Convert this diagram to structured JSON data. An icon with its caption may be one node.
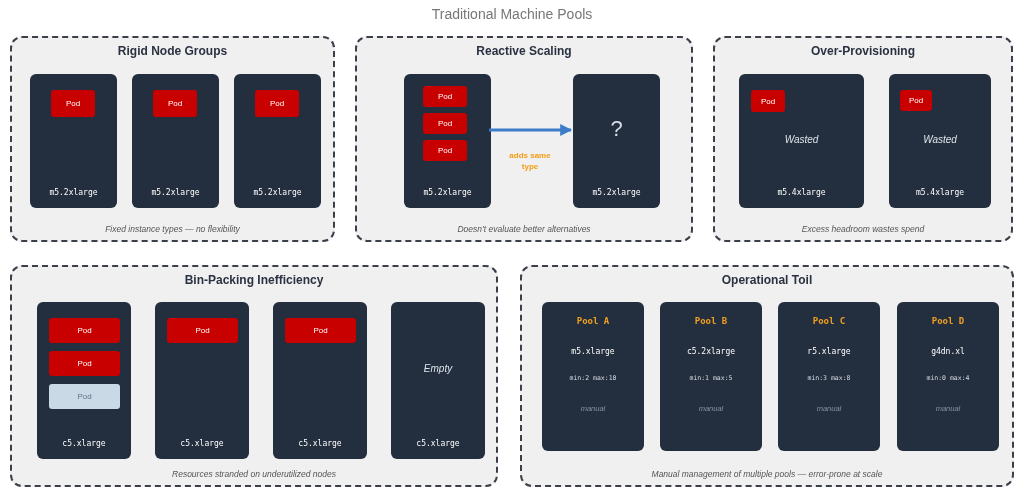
{
  "diagram": {
    "title": "Traditional Machine Pools",
    "nodes": [
      {
        "text": [
          "Rigid Node Groups",
          "Fixed instance types — no flexibility"
        ]
      },
      {
        "text": [
          "m5.2xlarge"
        ],
        "in": 0
      },
      {
        "text": [
          "Pod"
        ],
        "in": 1
      },
      {
        "text": [
          "m5.2xlarge"
        ],
        "in": 0
      },
      {
        "text": [
          "Pod"
        ],
        "in": 3
      },
      {
        "text": [
          "m5.2xlarge"
        ],
        "in": 0
      },
      {
        "text": [
          "Pod"
        ],
        "in": 5
      },
      {
        "text": [
          "Reactive Scaling",
          "Doesn’t evaluate better alternatives"
        ]
      },
      {
        "text": [
          "m5.2xlarge"
        ],
        "in": 7
      },
      {
        "text": [
          "Pod"
        ],
        "in": 8
      },
      {
        "text": [
          "Pod"
        ],
        "in": 8
      },
      {
        "text": [
          "Pod"
        ],
        "in": 8
      },
      {
        "text": [
          "?",
          "m5.2xlarge"
        ],
        "in": 7
      },
      {
        "text": [
          "Over-Provisioning",
          "Excess headroom wastes spend"
        ]
      },
      {
        "text": [
          "Wasted",
          "m5.4xlarge"
        ],
        "in": 13
      },
      {
        "text": [
          "Pod"
        ],
        "in": 14
      },
      {
        "text": [
          "Wasted",
          "m5.4xlarge"
        ],
        "in": 13
      },
      {
        "text": [
          "Pod"
        ],
        "in": 16
      },
      {
        "text": [
          "Bin-Packing Inefficiency",
          "Resources stranded on underutilized nodes"
        ]
      },
      {
        "text": [
          "c5.xlarge"
        ],
        "in": 18
      },
      {
        "text": [
          "Pod"
        ],
        "in": 19
      },
      {
        "text": [
          "Pod"
        ],
        "in": 19
      },
      {
        "text": [
          "Pod"
        ],
        "in": 19
      },
      {
        "text": [
          "c5.xlarge"
        ],
        "in": 18
      },
      {
        "text": [
          "Pod"
        ],
        "in": 23
      },
      {
        "text": [
          "c5.xlarge"
        ],
        "in": 18
      },
      {
        "text": [
          "Pod"
        ],
        "in": 25
      },
      {
        "text": [
          "Empty",
          "c5.xlarge"
        ],
        "in": 18
      },
      {
        "text": [
          "Operational Toil",
          "Manual management of multiple pools — error-prone at scale"
        ]
      },
      {
        "text": [
          "Pool A",
          "m5.xlarge",
          "min:2 max:10",
          "manual"
        ],
        "in": 28
      },
      {
        "text": [
          "Pool B",
          "c5.2xlarge",
          "min:1 max:5",
          "manual"
        ],
        "in": 28
      },
      {
        "text": [
          "Pool C",
          "r5.xlarge",
          "min:3 max:8",
          "manual"
        ],
        "in": 28
      },
      {
        "text": [
          "Pool D",
          "g4dn.xl",
          "min:0 max:4",
          "manual"
        ],
        "in": 28
      }
    ],
    "edges": [
      {
        "from": 8,
        "to": 12,
        "arrow": "to",
        "label": "adds same type"
      }
    ]
  }
}
